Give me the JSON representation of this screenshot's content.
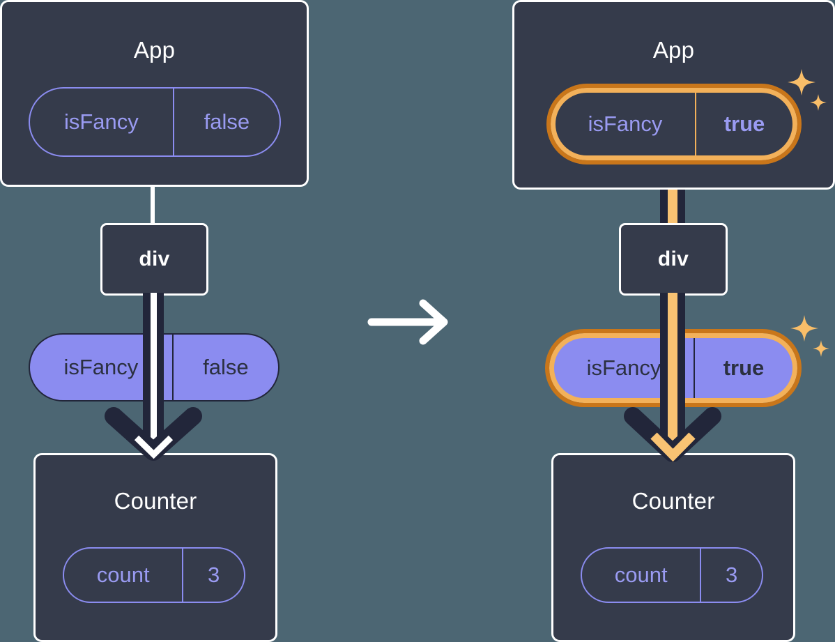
{
  "diagram": {
    "type": "react-state-propagation",
    "background_color": "#4c6673",
    "accent_highlight_color": "#f3b15a",
    "accent_highlight_outer_color": "#c9761a",
    "state_pill_color": "#8b8cf0",
    "node_box_color": "#353b4b",
    "transition_icon": "arrow-right-icon"
  },
  "before": {
    "app": {
      "title": "App",
      "state_pill": {
        "key": "isFancy",
        "value": "false",
        "highlighted": false
      }
    },
    "div": {
      "label": "div"
    },
    "prop_pill": {
      "key": "isFancy",
      "value": "false",
      "highlighted": false
    },
    "counter": {
      "title": "Counter",
      "state_pill": {
        "key": "count",
        "value": "3",
        "highlighted": false
      }
    }
  },
  "after": {
    "app": {
      "title": "App",
      "state_pill": {
        "key": "isFancy",
        "value": "true",
        "highlighted": true
      }
    },
    "div": {
      "label": "div"
    },
    "prop_pill": {
      "key": "isFancy",
      "value": "true",
      "highlighted": true
    },
    "counter": {
      "title": "Counter",
      "state_pill": {
        "key": "count",
        "value": "3",
        "highlighted": false
      }
    }
  }
}
